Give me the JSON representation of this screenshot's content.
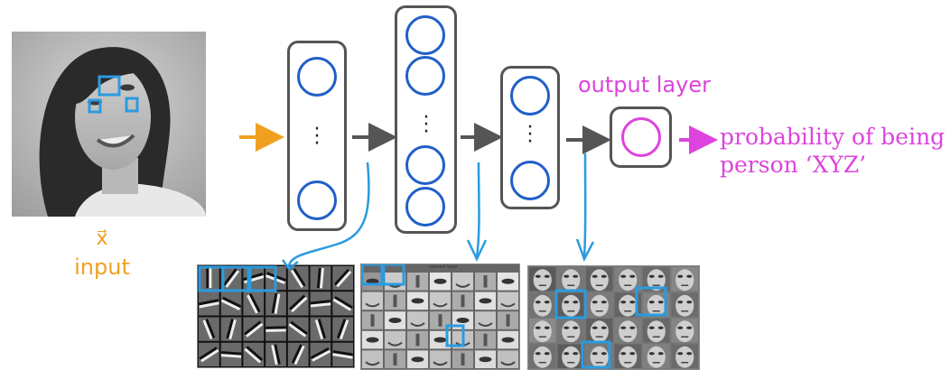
{
  "input": {
    "symbol": "x⃗",
    "label": "input"
  },
  "output": {
    "layer_label": "output layer",
    "probability_line1": "probability of being",
    "probability_line2": "person ‘XYZ’"
  },
  "feature_panels": {
    "middle_title": "second layer"
  },
  "colors": {
    "input": "#f0a020",
    "output": "#dd44dd",
    "neuron": "#1f5fc8",
    "annotation": "#2a9be0",
    "arrow": "#555555"
  }
}
